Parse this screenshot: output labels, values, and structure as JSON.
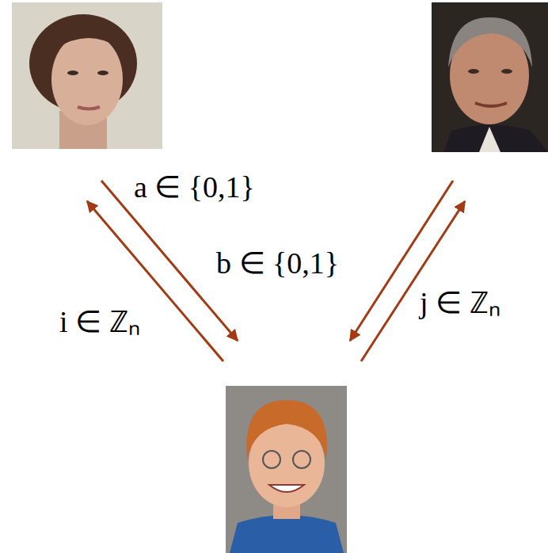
{
  "diagram": {
    "labels": [
      "a ∈ {0,1}",
      "b ∈ {0,1}",
      "i ∈ ℤₙ",
      "j ∈ ℤₙ"
    ]
  }
}
